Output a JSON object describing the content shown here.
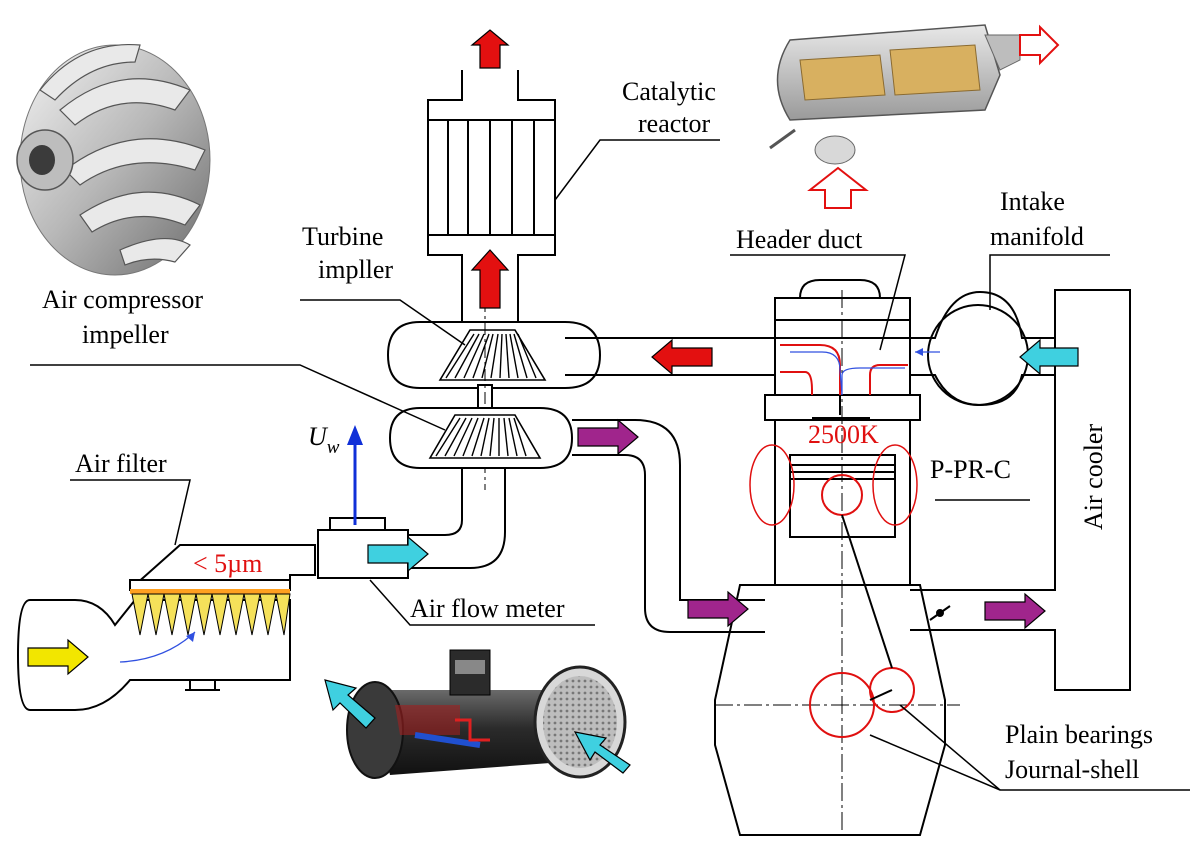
{
  "labels": {
    "catalytic_1": "Catalytic",
    "catalytic_2": "reactor",
    "turbine_1": "Turbine",
    "turbine_2": "impller",
    "compressor_1": "Air compressor",
    "compressor_2": "impeller",
    "header_duct": "Header duct",
    "intake_1": "Intake",
    "intake_2": "manifold",
    "air_cooler": "Air cooler",
    "uw_main": "U",
    "uw_sub": "w",
    "air_filter": "Air filter",
    "particle_size": "< 5µm",
    "temperature": "2500K",
    "pprc": "P-PR-C",
    "air_flow_meter": "Air flow meter",
    "plain_bearings": "Plain bearings",
    "journal_shell": "Journal-shell"
  },
  "colors": {
    "exhaust_arrow": "#e31010",
    "air_arrow": "#3fd0e0",
    "charge_arrow": "#a0258c",
    "inlet_arrow": "#f2e600",
    "velocity_arrow": "#1030d8",
    "filter_element": "#f5e15a",
    "highlight_red": "#e01010"
  }
}
